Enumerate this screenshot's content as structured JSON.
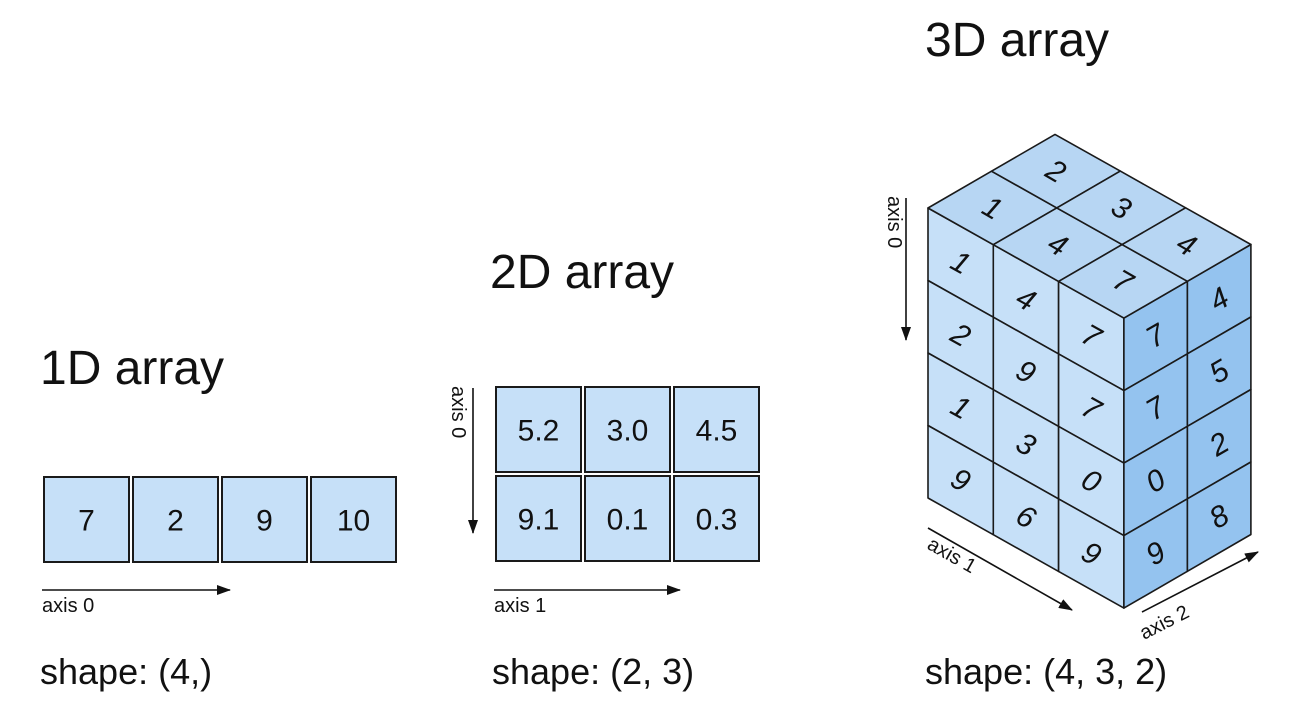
{
  "panels": {
    "one_d": {
      "title": "1D array",
      "values": [
        "7",
        "2",
        "9",
        "10"
      ],
      "axis0_label": "axis 0",
      "shape_label": "shape: (4,)"
    },
    "two_d": {
      "title": "2D array",
      "values": [
        [
          "5.2",
          "3.0",
          "4.5"
        ],
        [
          "9.1",
          "0.1",
          "0.3"
        ]
      ],
      "axis0_label": "axis 0",
      "axis1_label": "axis 1",
      "shape_label": "shape: (2, 3)"
    },
    "three_d": {
      "title": "3D array",
      "front_face": [
        [
          "1",
          "4",
          "7"
        ],
        [
          "2",
          "9",
          "7"
        ],
        [
          "1",
          "3",
          "0"
        ],
        [
          "9",
          "6",
          "9"
        ]
      ],
      "side_face": [
        [
          "7",
          "4"
        ],
        [
          "7",
          "5"
        ],
        [
          "0",
          "2"
        ],
        [
          "9",
          "8"
        ]
      ],
      "top_face": [
        [
          "1",
          "2"
        ],
        [
          "4",
          "3"
        ],
        [
          "7",
          "4"
        ]
      ],
      "axis0_label": "axis 0",
      "axis1_label": "axis 1",
      "axis2_label": "axis 2",
      "shape_label": "shape: (4, 3, 2)"
    }
  },
  "colors": {
    "cell_fill": "#c6e0f8",
    "top_fill": "#b7d6f3",
    "side_fill": "#94c3ef",
    "stroke": "#1a1a1a"
  }
}
